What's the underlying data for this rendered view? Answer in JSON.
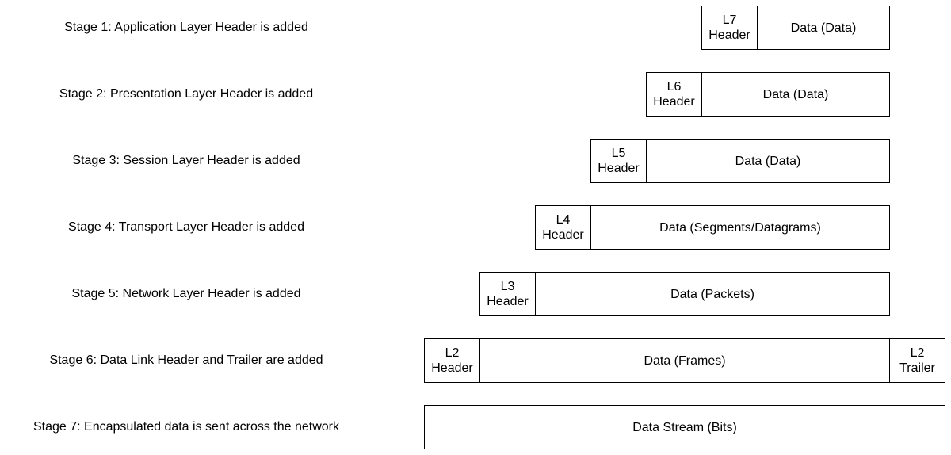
{
  "stages": [
    {
      "label": "Stage 1: Application Layer Header is added",
      "header": {
        "line1": "L7",
        "line2": "Header"
      },
      "data": "Data (Data)"
    },
    {
      "label": "Stage 2: Presentation Layer Header is added",
      "header": {
        "line1": "L6",
        "line2": "Header"
      },
      "data": "Data (Data)"
    },
    {
      "label": "Stage 3: Session Layer Header is added",
      "header": {
        "line1": "L5",
        "line2": "Header"
      },
      "data": "Data (Data)"
    },
    {
      "label": "Stage 4: Transport Layer Header is added",
      "header": {
        "line1": "L4",
        "line2": "Header"
      },
      "data": "Data (Segments/Datagrams)"
    },
    {
      "label": "Stage 5: Network Layer Header is added",
      "header": {
        "line1": "L3",
        "line2": "Header"
      },
      "data": "Data (Packets)"
    },
    {
      "label": "Stage 6: Data Link Header and Trailer are added",
      "header": {
        "line1": "L2",
        "line2": "Header"
      },
      "data": "Data (Frames)",
      "trailer": {
        "line1": "L2",
        "line2": "Trailer"
      }
    },
    {
      "label": "Stage 7: Encapsulated data is sent across the network",
      "data": "Data Stream (Bits)"
    }
  ]
}
